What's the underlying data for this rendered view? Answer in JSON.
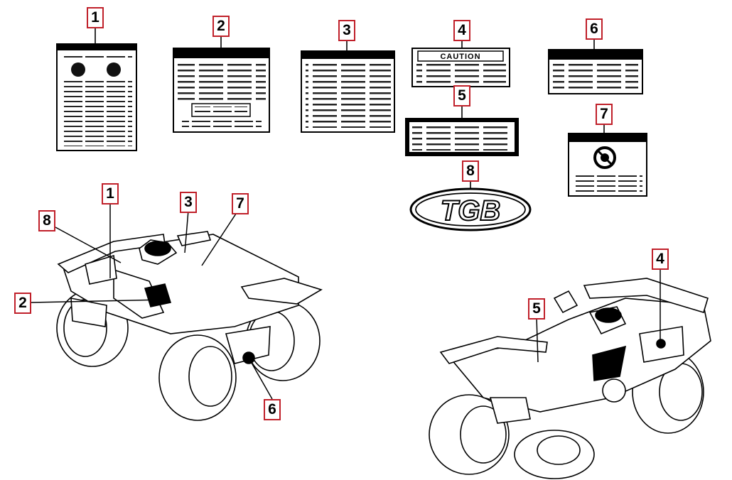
{
  "callouts": [
    {
      "id": "c1a",
      "label": "1"
    },
    {
      "id": "c2a",
      "label": "2"
    },
    {
      "id": "c3a",
      "label": "3"
    },
    {
      "id": "c4a",
      "label": "4"
    },
    {
      "id": "c5a",
      "label": "5"
    },
    {
      "id": "c6a",
      "label": "6"
    },
    {
      "id": "c7a",
      "label": "7"
    },
    {
      "id": "c8a",
      "label": "8"
    },
    {
      "id": "c1b",
      "label": "1"
    },
    {
      "id": "c3b",
      "label": "3"
    },
    {
      "id": "c7b",
      "label": "7"
    },
    {
      "id": "c8b",
      "label": "8"
    },
    {
      "id": "c2b",
      "label": "2"
    },
    {
      "id": "c6b",
      "label": "6"
    },
    {
      "id": "c4b",
      "label": "4"
    },
    {
      "id": "c5b",
      "label": "5"
    }
  ],
  "labels": {
    "caution_header": "CAUTION",
    "logo_text": "TGB"
  }
}
